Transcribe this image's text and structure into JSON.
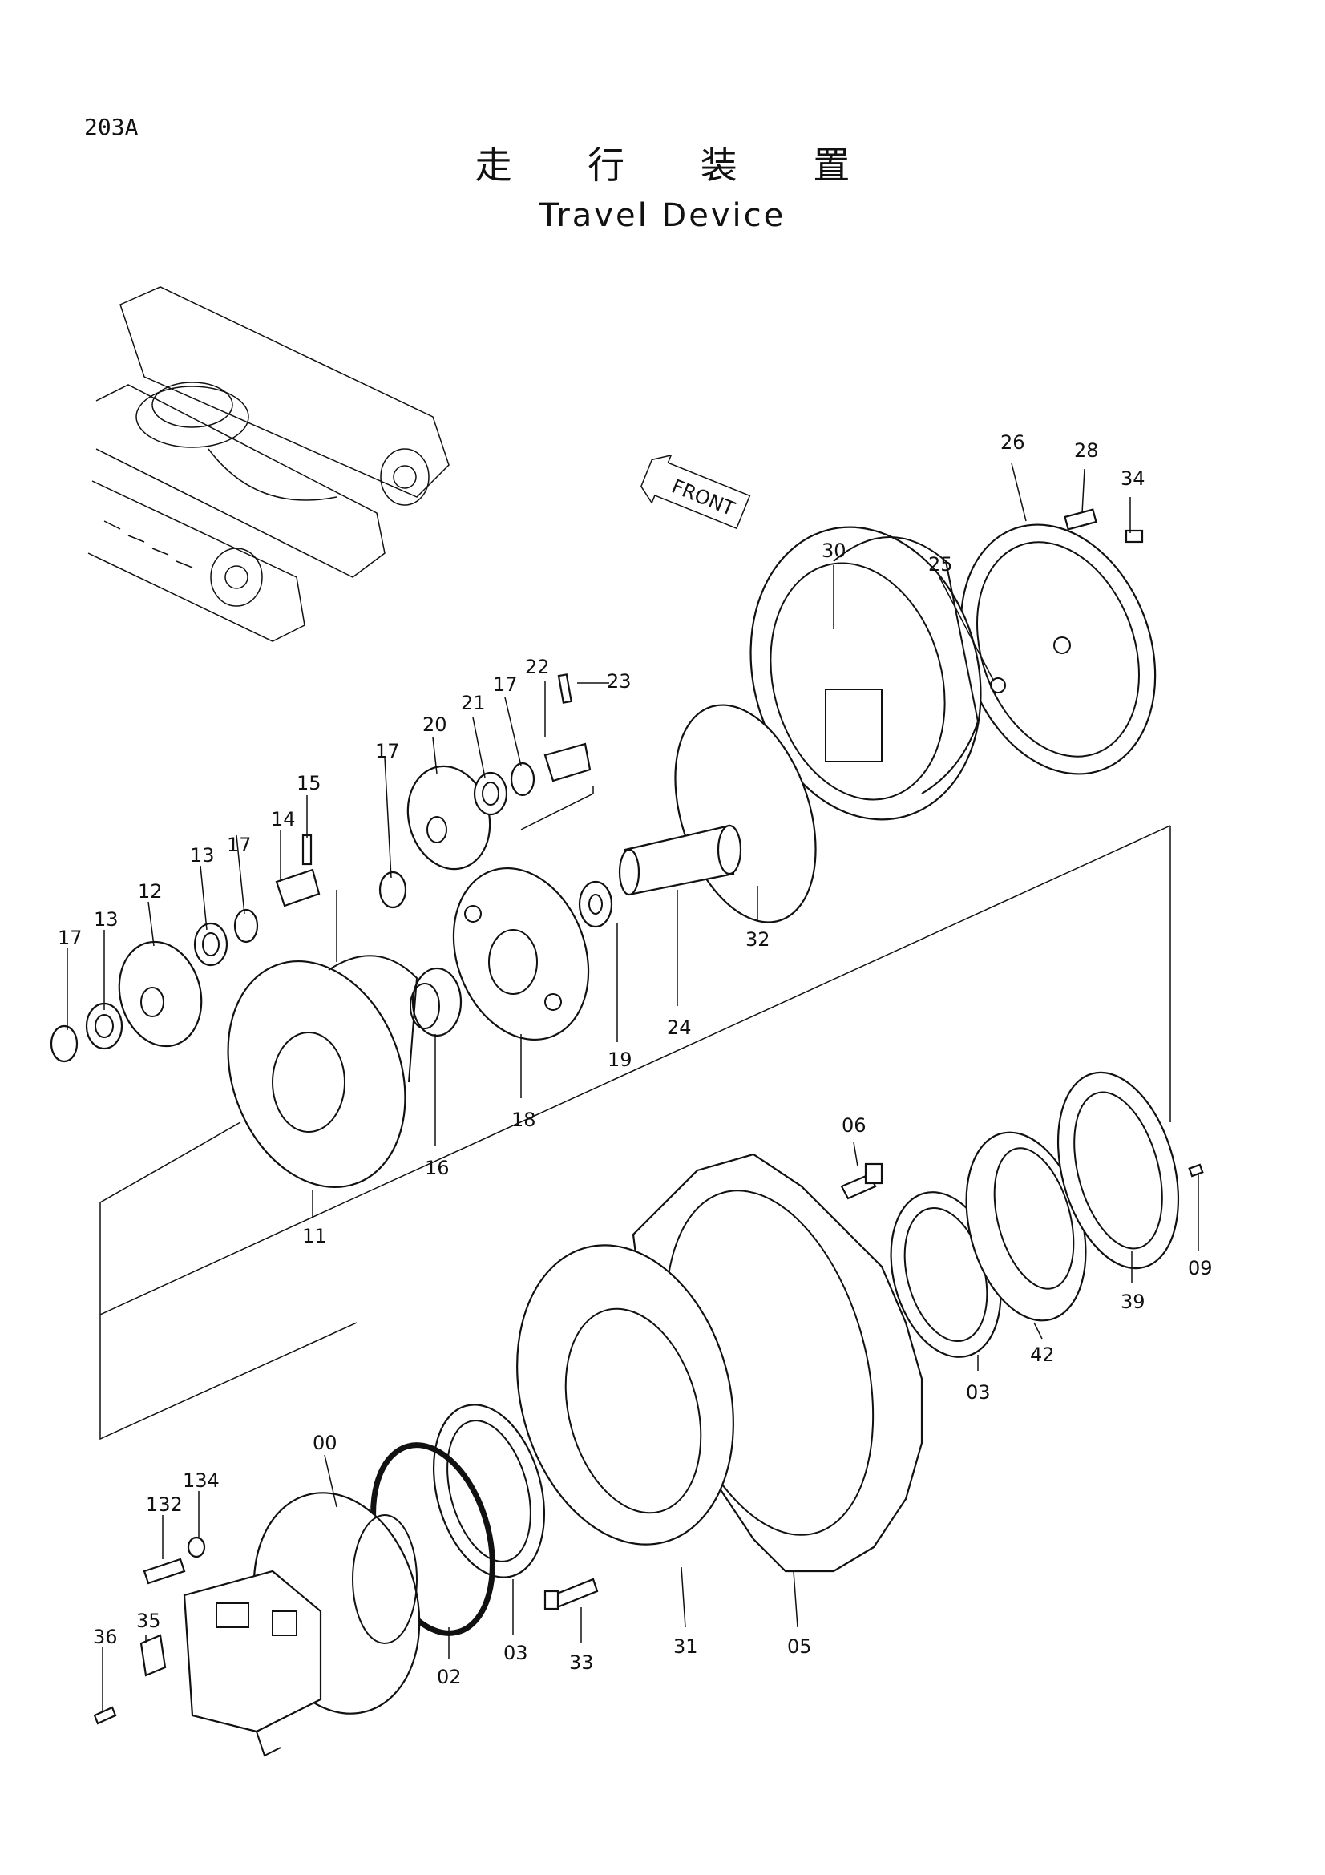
{
  "page_code": "203A",
  "title_jp": "走 行 装 置",
  "title_en": "Travel Device",
  "front_label": "FRONT",
  "callouts": [
    "26",
    "28",
    "34",
    "30",
    "25",
    "22",
    "23",
    "21",
    "17",
    "20",
    "17",
    "15",
    "14",
    "13",
    "17",
    "12",
    "13",
    "17",
    "32",
    "24",
    "19",
    "18",
    "16",
    "11",
    "06",
    "09",
    "39",
    "42",
    "03",
    "00",
    "134",
    "132",
    "35",
    "36",
    "02",
    "03",
    "33",
    "31",
    "05"
  ]
}
